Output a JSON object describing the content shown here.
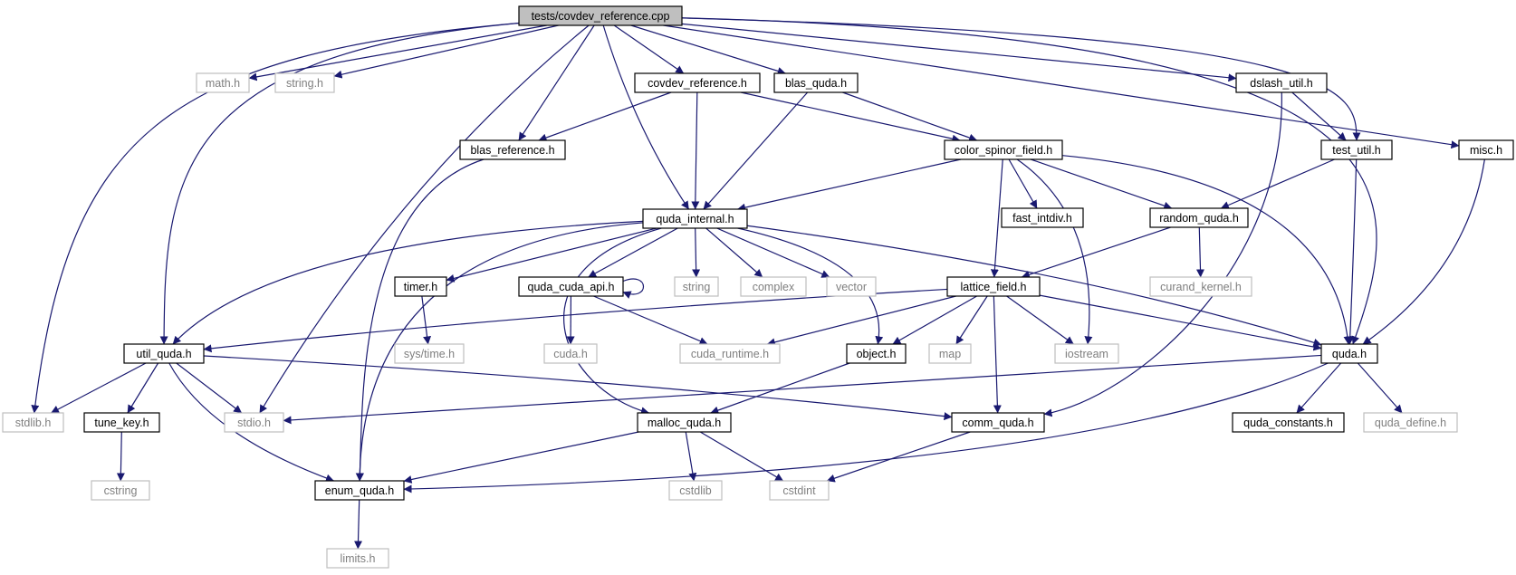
{
  "graph": {
    "title": "tests/covdev_reference.cpp",
    "colors": {
      "edge": "#191970",
      "root_fill": "#bfbfbf",
      "documented_border": "#000000",
      "external_border": "#bfbfbf",
      "external_text": "#7f7f7f"
    },
    "nodes": [
      {
        "id": "root",
        "label": "tests/covdev_reference.cpp",
        "kind": "root"
      },
      {
        "id": "math",
        "label": "math.h",
        "kind": "external"
      },
      {
        "id": "string_h",
        "label": "string.h",
        "kind": "external"
      },
      {
        "id": "covdev_ref",
        "label": "covdev_reference.h",
        "kind": "documented"
      },
      {
        "id": "blas_quda",
        "label": "blas_quda.h",
        "kind": "documented"
      },
      {
        "id": "dslash_util",
        "label": "dslash_util.h",
        "kind": "documented"
      },
      {
        "id": "misc",
        "label": "misc.h",
        "kind": "documented"
      },
      {
        "id": "blas_ref",
        "label": "blas_reference.h",
        "kind": "documented"
      },
      {
        "id": "csf",
        "label": "color_spinor_field.h",
        "kind": "documented"
      },
      {
        "id": "test_util",
        "label": "test_util.h",
        "kind": "documented"
      },
      {
        "id": "quda_internal",
        "label": "quda_internal.h",
        "kind": "documented"
      },
      {
        "id": "fast_intdiv",
        "label": "fast_intdiv.h",
        "kind": "documented"
      },
      {
        "id": "random_quda",
        "label": "random_quda.h",
        "kind": "documented"
      },
      {
        "id": "timer",
        "label": "timer.h",
        "kind": "documented"
      },
      {
        "id": "cuda_api",
        "label": "quda_cuda_api.h",
        "kind": "documented"
      },
      {
        "id": "string",
        "label": "string",
        "kind": "external"
      },
      {
        "id": "complex",
        "label": "complex",
        "kind": "external"
      },
      {
        "id": "vector",
        "label": "vector",
        "kind": "external"
      },
      {
        "id": "lattice",
        "label": "lattice_field.h",
        "kind": "documented"
      },
      {
        "id": "curand",
        "label": "curand_kernel.h",
        "kind": "external"
      },
      {
        "id": "util_quda",
        "label": "util_quda.h",
        "kind": "documented"
      },
      {
        "id": "sys_time",
        "label": "sys/time.h",
        "kind": "external"
      },
      {
        "id": "cuda_h",
        "label": "cuda.h",
        "kind": "external"
      },
      {
        "id": "cuda_runtime",
        "label": "cuda_runtime.h",
        "kind": "external"
      },
      {
        "id": "object",
        "label": "object.h",
        "kind": "documented"
      },
      {
        "id": "map",
        "label": "map",
        "kind": "external"
      },
      {
        "id": "iostream",
        "label": "iostream",
        "kind": "external"
      },
      {
        "id": "quda_h",
        "label": "quda.h",
        "kind": "documented"
      },
      {
        "id": "stdlib",
        "label": "stdlib.h",
        "kind": "external"
      },
      {
        "id": "tune_key",
        "label": "tune_key.h",
        "kind": "documented"
      },
      {
        "id": "stdio",
        "label": "stdio.h",
        "kind": "external"
      },
      {
        "id": "malloc_quda",
        "label": "malloc_quda.h",
        "kind": "documented"
      },
      {
        "id": "comm_quda",
        "label": "comm_quda.h",
        "kind": "documented"
      },
      {
        "id": "quda_constants",
        "label": "quda_constants.h",
        "kind": "documented"
      },
      {
        "id": "quda_define",
        "label": "quda_define.h",
        "kind": "external"
      },
      {
        "id": "cstring",
        "label": "cstring",
        "kind": "external"
      },
      {
        "id": "enum_quda",
        "label": "enum_quda.h",
        "kind": "documented"
      },
      {
        "id": "cstdlib",
        "label": "cstdlib",
        "kind": "external"
      },
      {
        "id": "cstdint",
        "label": "cstdint",
        "kind": "external"
      },
      {
        "id": "limits",
        "label": "limits.h",
        "kind": "external"
      }
    ],
    "edges": [
      [
        "root",
        "math"
      ],
      [
        "root",
        "string_h"
      ],
      [
        "root",
        "covdev_ref"
      ],
      [
        "root",
        "blas_quda"
      ],
      [
        "root",
        "dslash_util"
      ],
      [
        "root",
        "misc"
      ],
      [
        "root",
        "blas_ref"
      ],
      [
        "root",
        "quda_internal"
      ],
      [
        "root",
        "test_util"
      ],
      [
        "root",
        "util_quda"
      ],
      [
        "root",
        "stdlib"
      ],
      [
        "root",
        "stdio"
      ],
      [
        "root",
        "quda_h"
      ],
      [
        "covdev_ref",
        "blas_ref"
      ],
      [
        "covdev_ref",
        "quda_internal"
      ],
      [
        "covdev_ref",
        "csf"
      ],
      [
        "blas_quda",
        "quda_internal"
      ],
      [
        "blas_quda",
        "csf"
      ],
      [
        "dslash_util",
        "test_util"
      ],
      [
        "dslash_util",
        "comm_quda"
      ],
      [
        "misc",
        "quda_h"
      ],
      [
        "blas_ref",
        "enum_quda"
      ],
      [
        "csf",
        "quda_internal"
      ],
      [
        "csf",
        "fast_intdiv"
      ],
      [
        "csf",
        "random_quda"
      ],
      [
        "csf",
        "lattice"
      ],
      [
        "csf",
        "iostream"
      ],
      [
        "csf",
        "quda_h"
      ],
      [
        "test_util",
        "random_quda"
      ],
      [
        "test_util",
        "quda_h"
      ],
      [
        "quda_internal",
        "timer"
      ],
      [
        "quda_internal",
        "cuda_api"
      ],
      [
        "quda_internal",
        "string"
      ],
      [
        "quda_internal",
        "complex"
      ],
      [
        "quda_internal",
        "vector"
      ],
      [
        "quda_internal",
        "object"
      ],
      [
        "quda_internal",
        "quda_h"
      ],
      [
        "quda_internal",
        "util_quda"
      ],
      [
        "quda_internal",
        "enum_quda"
      ],
      [
        "quda_internal",
        "malloc_quda"
      ],
      [
        "random_quda",
        "curand"
      ],
      [
        "random_quda",
        "lattice"
      ],
      [
        "timer",
        "sys_time"
      ],
      [
        "cuda_api",
        "cuda_h"
      ],
      [
        "cuda_api",
        "cuda_runtime"
      ],
      [
        "cuda_api",
        "cuda_api"
      ],
      [
        "lattice",
        "cuda_runtime"
      ],
      [
        "lattice",
        "object"
      ],
      [
        "lattice",
        "map"
      ],
      [
        "lattice",
        "iostream"
      ],
      [
        "lattice",
        "quda_h"
      ],
      [
        "lattice",
        "comm_quda"
      ],
      [
        "lattice",
        "util_quda"
      ],
      [
        "util_quda",
        "stdlib"
      ],
      [
        "util_quda",
        "tune_key"
      ],
      [
        "util_quda",
        "stdio"
      ],
      [
        "util_quda",
        "enum_quda"
      ],
      [
        "util_quda",
        "comm_quda"
      ],
      [
        "object",
        "malloc_quda"
      ],
      [
        "quda_h",
        "stdio"
      ],
      [
        "quda_h",
        "quda_constants"
      ],
      [
        "quda_h",
        "quda_define"
      ],
      [
        "quda_h",
        "enum_quda"
      ],
      [
        "tune_key",
        "cstring"
      ],
      [
        "malloc_quda",
        "enum_quda"
      ],
      [
        "malloc_quda",
        "cstdlib"
      ],
      [
        "malloc_quda",
        "cstdint"
      ],
      [
        "comm_quda",
        "cstdint"
      ],
      [
        "enum_quda",
        "limits"
      ]
    ]
  }
}
